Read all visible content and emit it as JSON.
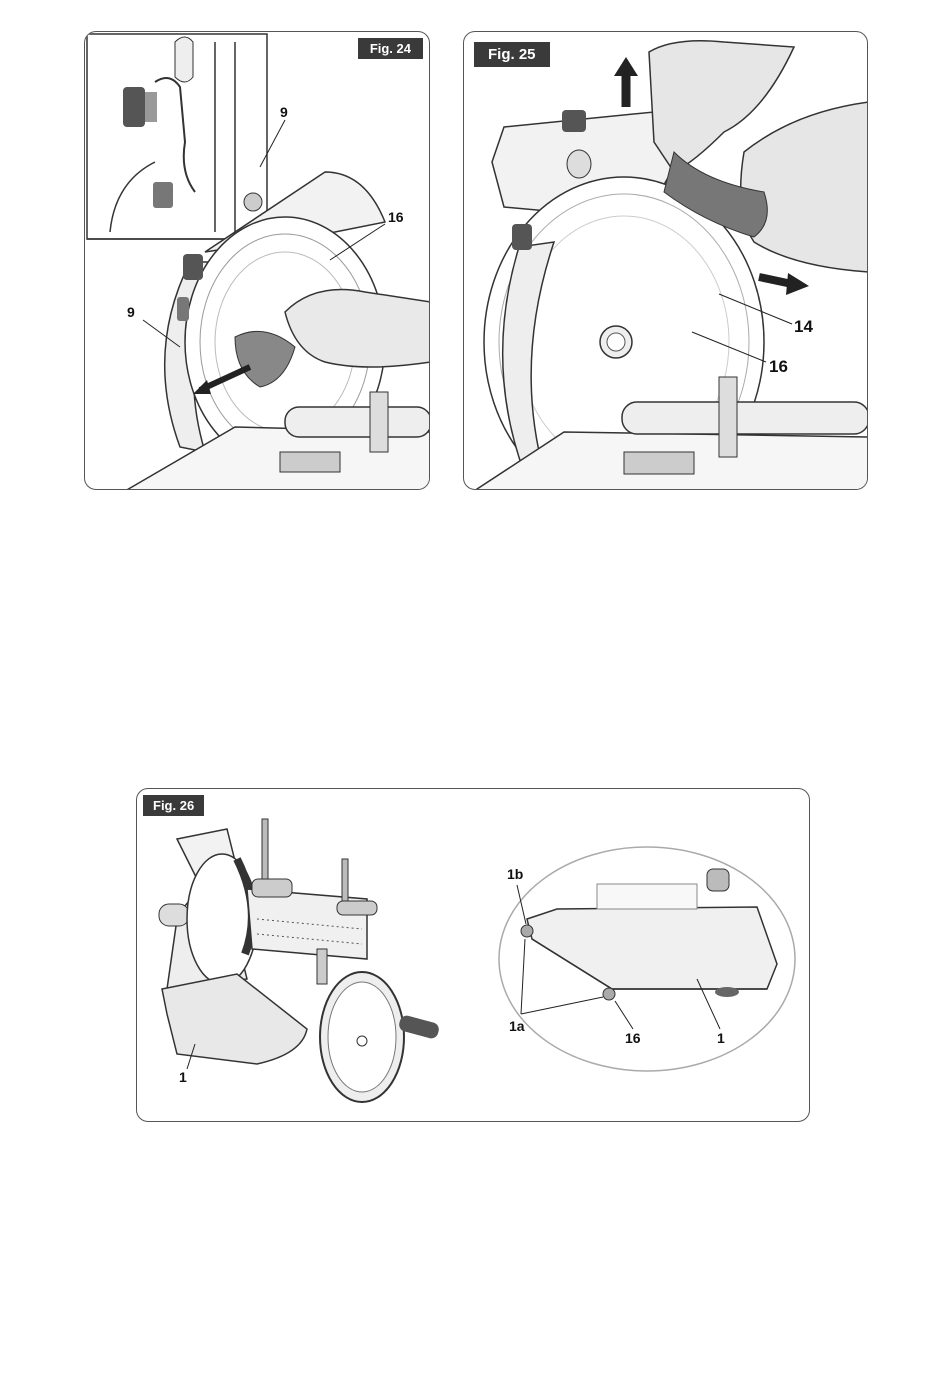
{
  "figures": {
    "fig24": {
      "label": "Fig. 24",
      "callouts": {
        "a": "9",
        "b": "16",
        "c": "9"
      }
    },
    "fig25": {
      "label": "Fig. 25",
      "callouts": {
        "a": "14",
        "b": "16"
      }
    },
    "fig26": {
      "label": "Fig. 26",
      "callouts": {
        "left_a": "1",
        "right_b": "1b",
        "right_a": "1a",
        "right_16": "16",
        "right_1": "1"
      }
    }
  }
}
